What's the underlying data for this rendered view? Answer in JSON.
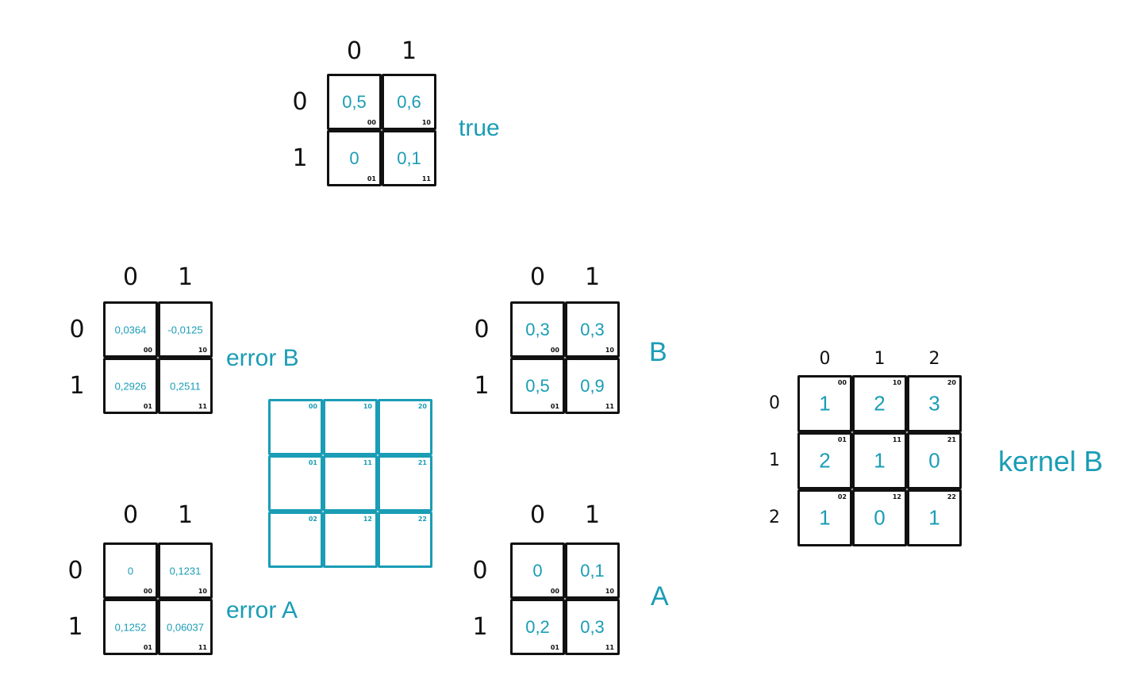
{
  "colors": {
    "ink": "#111111",
    "accent": "#1a9db5"
  },
  "matrices": {
    "true": {
      "label": "true",
      "col_headers": [
        "0",
        "1"
      ],
      "row_headers": [
        "0",
        "1"
      ],
      "cells": [
        {
          "value": "0,5",
          "index": "00"
        },
        {
          "value": "0,6",
          "index": "10"
        },
        {
          "value": "0",
          "index": "01"
        },
        {
          "value": "0,1",
          "index": "11"
        }
      ]
    },
    "error_b": {
      "label": "error B",
      "col_headers": [
        "0",
        "1"
      ],
      "row_headers": [
        "0",
        "1"
      ],
      "cells": [
        {
          "value": "0,0364",
          "index": "00"
        },
        {
          "value": "-0,0125",
          "index": "10"
        },
        {
          "value": "0,2926",
          "index": "01"
        },
        {
          "value": "0,2511",
          "index": "11"
        }
      ]
    },
    "b": {
      "label": "B",
      "col_headers": [
        "0",
        "1"
      ],
      "row_headers": [
        "0",
        "1"
      ],
      "cells": [
        {
          "value": "0,3",
          "index": "00"
        },
        {
          "value": "0,3",
          "index": "10"
        },
        {
          "value": "0,5",
          "index": "01"
        },
        {
          "value": "0,9",
          "index": "11"
        }
      ]
    },
    "error_a": {
      "label": "error A",
      "col_headers": [
        "0",
        "1"
      ],
      "row_headers": [
        "0",
        "1"
      ],
      "cells": [
        {
          "value": "0",
          "index": "00"
        },
        {
          "value": "0,1231",
          "index": "10"
        },
        {
          "value": "0,1252",
          "index": "01"
        },
        {
          "value": "0,06037",
          "index": "11"
        }
      ]
    },
    "a": {
      "label": "A",
      "col_headers": [
        "0",
        "1"
      ],
      "row_headers": [
        "0",
        "1"
      ],
      "cells": [
        {
          "value": "0",
          "index": "00"
        },
        {
          "value": "0,1",
          "index": "10"
        },
        {
          "value": "0,2",
          "index": "01"
        },
        {
          "value": "0,3",
          "index": "11"
        }
      ]
    },
    "empty": {
      "cells": [
        {
          "value": "",
          "index": "00"
        },
        {
          "value": "",
          "index": "10"
        },
        {
          "value": "",
          "index": "20"
        },
        {
          "value": "",
          "index": "01"
        },
        {
          "value": "",
          "index": "11"
        },
        {
          "value": "",
          "index": "21"
        },
        {
          "value": "",
          "index": "02"
        },
        {
          "value": "",
          "index": "12"
        },
        {
          "value": "",
          "index": "22"
        }
      ]
    },
    "kernel_b": {
      "label": "kernel B",
      "col_headers": [
        "0",
        "1",
        "2"
      ],
      "row_headers": [
        "0",
        "1",
        "2"
      ],
      "cells": [
        {
          "value": "1",
          "index": "00"
        },
        {
          "value": "2",
          "index": "10"
        },
        {
          "value": "3",
          "index": "20"
        },
        {
          "value": "2",
          "index": "01"
        },
        {
          "value": "1",
          "index": "11"
        },
        {
          "value": "0",
          "index": "21"
        },
        {
          "value": "1",
          "index": "02"
        },
        {
          "value": "0",
          "index": "12"
        },
        {
          "value": "1",
          "index": "22"
        }
      ]
    }
  }
}
